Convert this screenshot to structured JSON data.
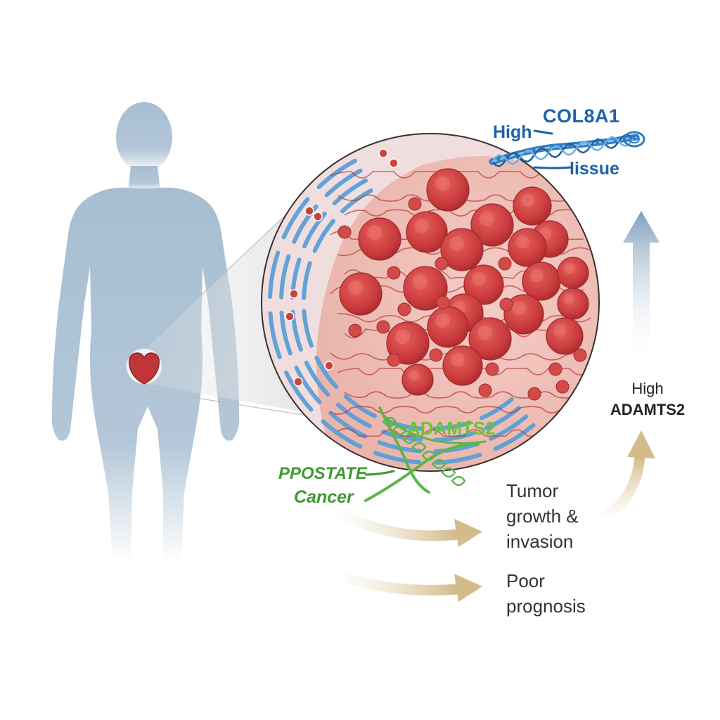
{
  "labels": {
    "col8a1_gene": "COL8A1",
    "col8a1_high": "High",
    "col8a1_tissue": "lissue",
    "adamts2_gene": "ADAMTS2",
    "prostate_line1": "PPOSTATE",
    "prostate_line2": "Cancer",
    "high_adamts2_line1": "High",
    "high_adamts2_line2": "ADAMTS2",
    "tumor_line1": "Tumor",
    "tumor_line2": "growth &",
    "tumor_line3": "invasion",
    "prognosis_line1": "Poor",
    "prognosis_line2": "prognosis"
  },
  "colors": {
    "body_silhouette": "#a9bfd3",
    "prostate_organ": "#c0353a",
    "tissue_background": "#f3c9c2",
    "tumor_cells": "#cf3d3f",
    "stroma_fibers": "#5a9fd6",
    "collagen_fiber": "#2d7cc4",
    "adamts2_fiber": "#5cb54a",
    "flow_arrow": "#d3bb8a",
    "up_arrow": "#7f9fbc"
  },
  "icons": {
    "body": "human-body-silhouette",
    "organ": "prostate-gland-icon",
    "cells": "tumor-cell-cluster",
    "up_arrow": "increase-arrow-icon",
    "flow_arrow": "curved-flow-arrow-icon"
  }
}
